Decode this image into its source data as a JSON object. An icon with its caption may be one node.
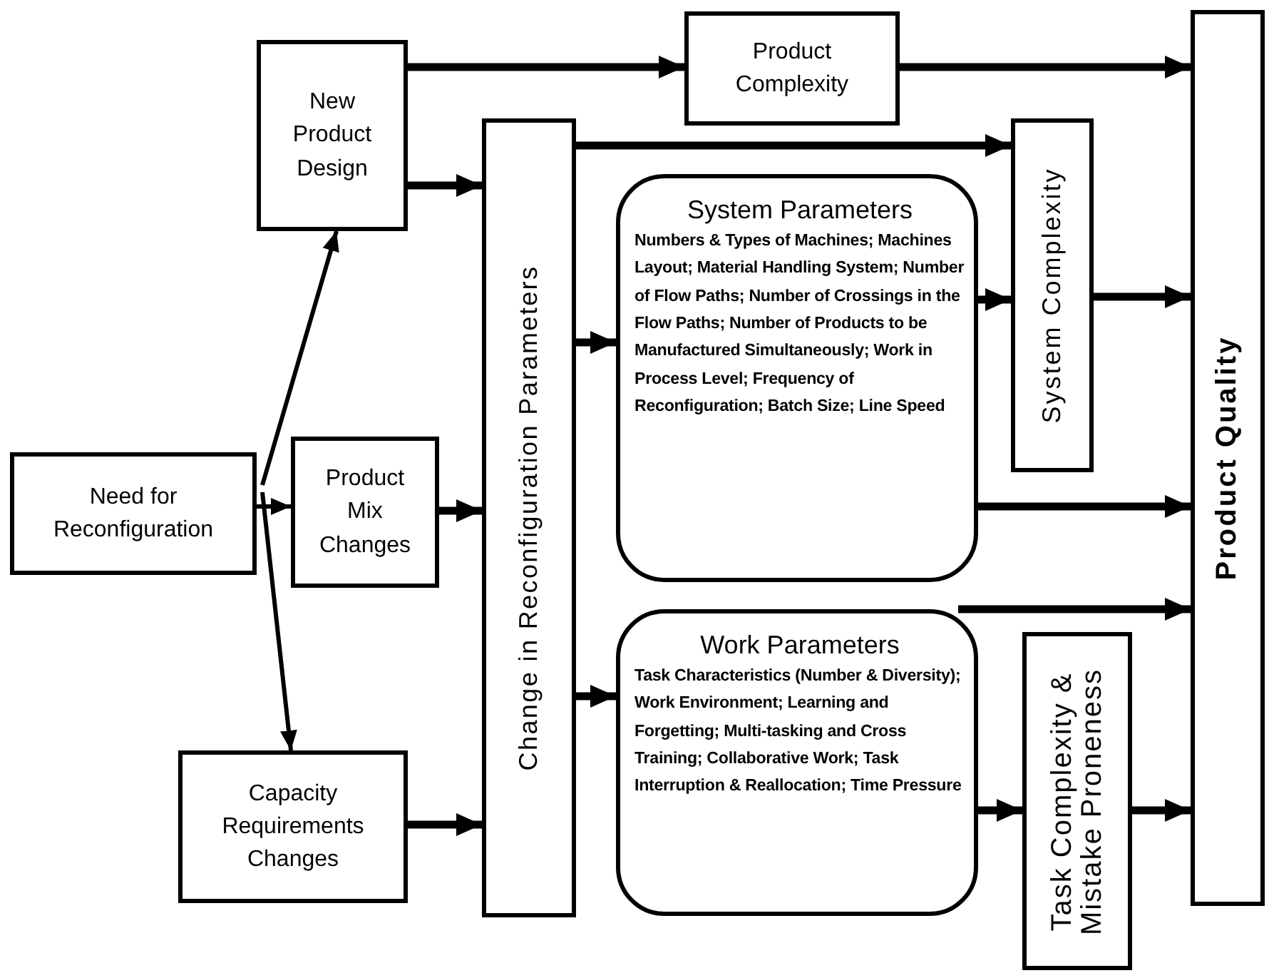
{
  "diagram": {
    "nodes": [
      {
        "text": [
          "New Product Design"
        ]
      },
      {
        "text": [
          "Product Complexity"
        ]
      },
      {
        "text": [
          "Need for Reconfiguration"
        ]
      },
      {
        "text": [
          "Product Mix Changes"
        ]
      },
      {
        "text": [
          "Change in Reconfiguration Parameters"
        ]
      },
      {
        "text": [
          "System Parameters",
          "Numbers & Types of Machines; Machines Layout; Material Handling System; Number of Flow Paths; Number of Crossings in the Flow Paths; Number of Products to be Manufactured Simultaneously; Work in Process Level; Frequency of Reconfiguration; Batch Size; Line Speed"
        ]
      },
      {
        "text": [
          "System Complexity"
        ]
      },
      {
        "text": [
          "Work Parameters",
          "Task Characteristics (Number & Diversity); Work Environment; Learning and Forgetting; Multi-tasking and Cross Training; Collaborative Work; Task Interruption & Reallocation; Time Pressure"
        ]
      },
      {
        "text": [
          "Task Complexity & Mistake Proneness"
        ]
      },
      {
        "text": [
          "Capacity Requirements Changes"
        ]
      },
      {
        "text": [
          "Product Quality"
        ]
      }
    ],
    "edges": [
      {
        "from": 2,
        "to": 0,
        "arrow": "to"
      },
      {
        "from": 2,
        "to": 3,
        "arrow": "to"
      },
      {
        "from": 2,
        "to": 9,
        "arrow": "to"
      },
      {
        "from": 0,
        "to": 1,
        "arrow": "to"
      },
      {
        "from": 0,
        "to": 4,
        "arrow": "to"
      },
      {
        "from": 3,
        "to": 4,
        "arrow": "to"
      },
      {
        "from": 9,
        "to": 4,
        "arrow": "to"
      },
      {
        "from": 4,
        "to": 6,
        "arrow": "to"
      },
      {
        "from": 4,
        "to": 5,
        "arrow": "to"
      },
      {
        "from": 4,
        "to": 7,
        "arrow": "to"
      },
      {
        "from": 1,
        "to": 10,
        "arrow": "to"
      },
      {
        "from": 5,
        "to": 6,
        "arrow": "to"
      },
      {
        "from": 6,
        "to": 10,
        "arrow": "to"
      },
      {
        "from": 5,
        "to": 10,
        "arrow": "to"
      },
      {
        "from": 7,
        "to": 10,
        "arrow": "to"
      },
      {
        "from": 7,
        "to": 8,
        "arrow": "to"
      },
      {
        "from": 8,
        "to": 10,
        "arrow": "to"
      }
    ]
  }
}
